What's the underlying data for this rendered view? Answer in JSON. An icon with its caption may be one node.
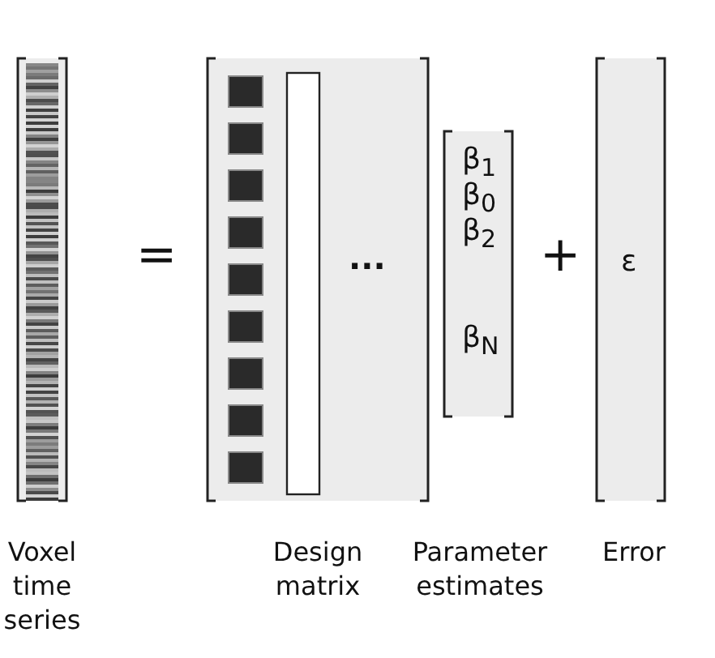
{
  "diagram": {
    "nodes": [
      {
        "text": [],
        "shape": "picture",
        "beside": [
          "Voxel time series"
        ]
      },
      {
        "text": [
          "..."
        ],
        "beside": [
          "Design matrix"
        ]
      },
      {
        "text": [
          "β$_{1}$",
          "β$_{0}$",
          "β$_{2}$",
          "β$_{N}$"
        ]
      },
      {
        "text": [
          "ε"
        ],
        "beside": [
          "Error"
        ]
      }
    ],
    "edges": [],
    "labels": [
      "=",
      "+",
      "Parameter estimates"
    ]
  }
}
